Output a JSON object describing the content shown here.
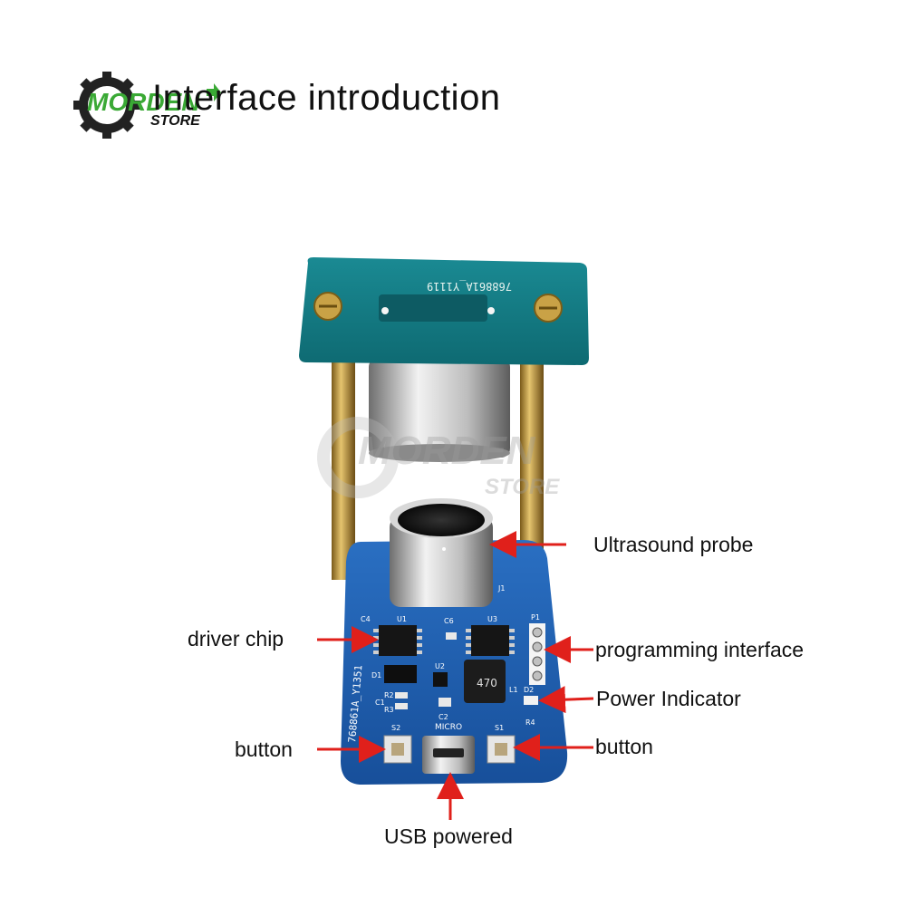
{
  "title": "Interface introduction",
  "logo": {
    "icon": "gear-icon",
    "text_primary": "MORDEN",
    "text_secondary": "STORE",
    "color_gear": "#222222",
    "color_green": "#3aa935"
  },
  "watermark": {
    "text_primary": "MORDEN",
    "text_secondary": "STORE"
  },
  "board": {
    "silkscreen_top": "768861A_Y1119",
    "silkscreen_side": "768861A_Y1351",
    "usb_label": "MICRO",
    "inductor_label": "470",
    "component_refs": [
      "C4",
      "U1",
      "C6",
      "U3",
      "P1",
      "D1",
      "U2",
      "C1",
      "R2",
      "R3",
      "C2",
      "L1",
      "D2",
      "R4",
      "S2",
      "S1",
      "J1"
    ],
    "color_pcb": "#1f5fb0",
    "color_top_pcb": "#1b7f8a"
  },
  "labels": {
    "probe": "Ultrasound probe",
    "driver_chip": "driver chip",
    "programming": "programming interface",
    "power": "Power Indicator",
    "button_left": "button",
    "button_right": "button",
    "usb": "USB powered"
  },
  "arrow_color": "#e0201b"
}
